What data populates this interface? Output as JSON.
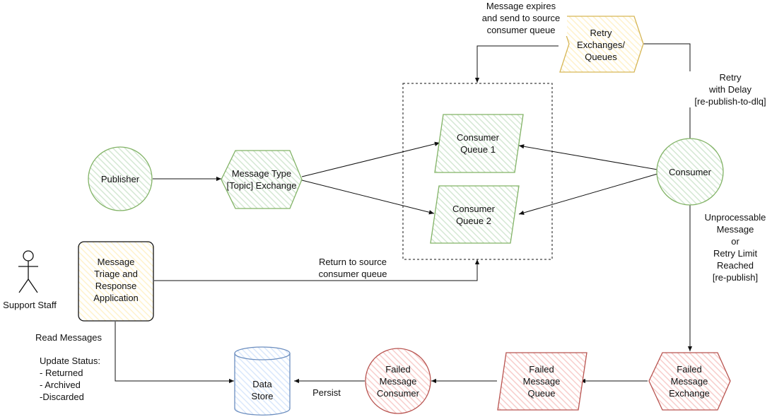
{
  "nodes": {
    "publisher": "Publisher",
    "exchange": "Message Type\n[Topic] Exchange",
    "queue1": "Consumer\nQueue 1",
    "queue2": "Consumer\nQueue 2",
    "consumer": "Consumer",
    "retry": "Retry\nExchanges/\nQueues",
    "triage": "Message\nTriage and\nResponse\nApplication",
    "actor": "Support Staff",
    "datastore": "Data\nStore",
    "failed_consumer": "Failed\nMessage\nConsumer",
    "failed_queue": "Failed\nMessage\nQueue",
    "failed_exchange": "Failed\nMessage\nExchange"
  },
  "edges": {
    "expires": "Message expires\nand send to source\nconsumer queue",
    "retry_delay": "Retry\nwith Delay\n[re-publish-to-dlq]",
    "unprocessable": "Unprocessable\nMessage\nor\nRetry Limit\nReached\n[re-publish]",
    "return_source": "Return to source\nconsumer queue",
    "read_messages": "Read Messages",
    "update_status": "Update Status:\n- Returned\n- Archived\n-Discarded",
    "persist": "Persist"
  },
  "colors": {
    "green_fill": "#d5e8d4",
    "green_stroke": "#82b366",
    "yellow_fill": "#fff2cc",
    "yellow_stroke": "#d6b656",
    "red_fill": "#f8cecc",
    "red_stroke": "#b85450",
    "blue_fill": "#dae8fc",
    "blue_stroke": "#6c8ebf"
  }
}
